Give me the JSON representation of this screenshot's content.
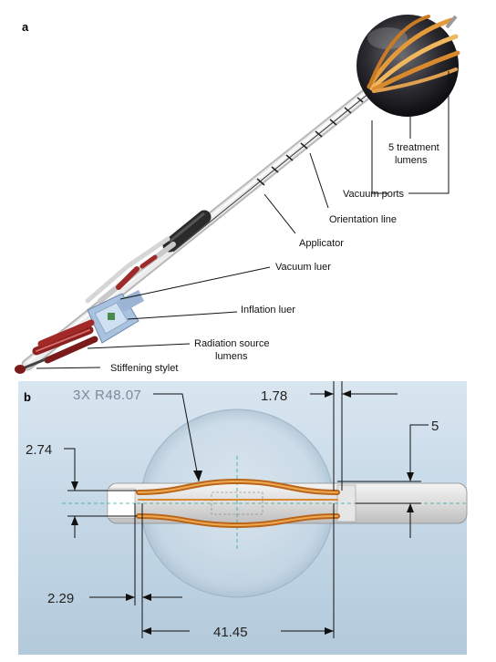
{
  "panel_a": {
    "letter": "a",
    "labels": {
      "treatment_lumens_line1": "5 treatment",
      "treatment_lumens_line2": "lumens",
      "vacuum_ports": "Vacuum ports",
      "orientation_line": "Orientation line",
      "applicator": "Applicator",
      "vacuum_luer": "Vacuum luer",
      "inflation_luer": "Inflation luer",
      "radiation_source_line1": "Radiation source",
      "radiation_source_line2": "lumens",
      "stiffening_stylet": "Stiffening stylet"
    }
  },
  "panel_b": {
    "letter": "b",
    "dimensions": {
      "radius": "3X R48.07",
      "port_offset": "1.78",
      "height_right": "5",
      "height_left": "2.74",
      "end_offset": "2.29",
      "length": "41.45"
    },
    "colors": {
      "background": "#c9dbe8",
      "lumen": "#d98a2e"
    }
  }
}
